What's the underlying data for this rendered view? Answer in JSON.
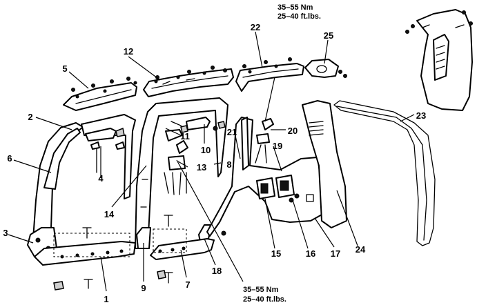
{
  "diagram": {
    "callouts": [
      "1",
      "2",
      "3",
      "4",
      "5",
      "6",
      "7",
      "8",
      "9",
      "10",
      "11",
      "12",
      "13",
      "14",
      "15",
      "16",
      "17",
      "18",
      "19",
      "20",
      "21",
      "22",
      "23",
      "24",
      "25"
    ],
    "torque_specs": [
      {
        "metric": "35–55  Nm",
        "imperial": "25–40  ft.lbs."
      },
      {
        "metric": "35–55  Nm",
        "imperial": "25–40  ft.lbs."
      }
    ]
  }
}
